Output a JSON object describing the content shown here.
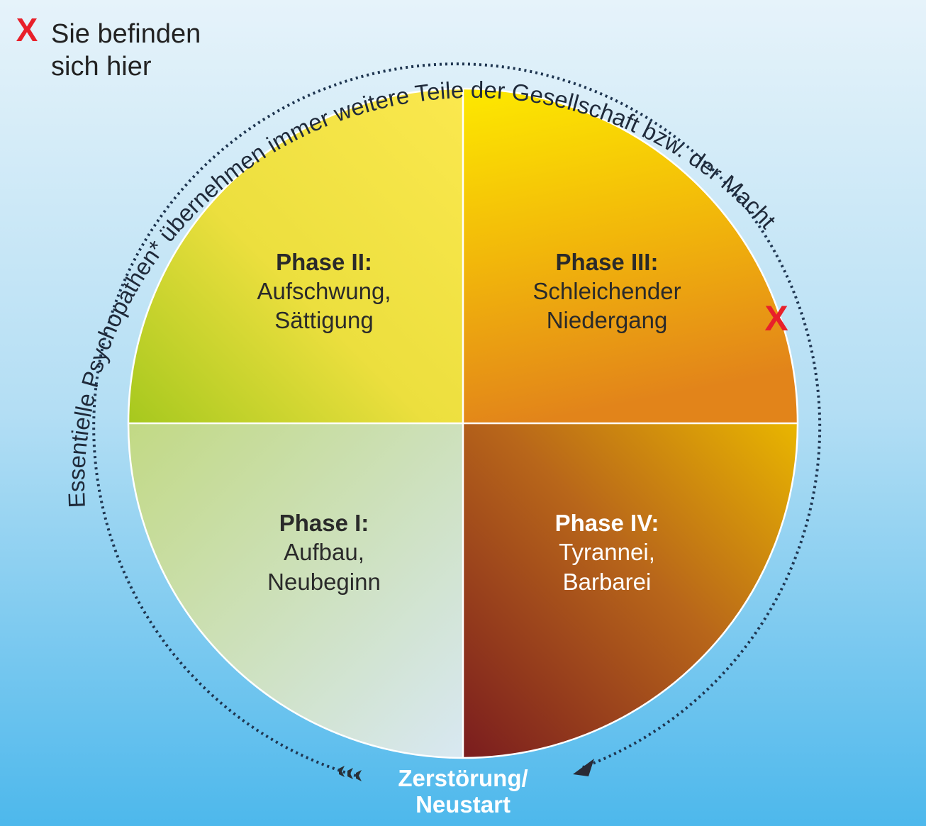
{
  "legend": {
    "marker": "X",
    "text_line1": "Sie befinden",
    "text_line2": "sich hier"
  },
  "arc_text": "Essentielle Psychopathen* übernehmen immer weitere Teile der Gesellschaft bzw. der Macht",
  "phases": [
    {
      "title": "Phase I:",
      "line1": "Aufbau,",
      "line2": "Neubeginn"
    },
    {
      "title": "Phase II:",
      "line1": "Aufschwung,",
      "line2": "Sättigung"
    },
    {
      "title": "Phase III:",
      "line1": "Schleichender",
      "line2": "Niedergang"
    },
    {
      "title": "Phase IV:",
      "line1": "Tyrannei,",
      "line2": "Barbarei"
    }
  ],
  "bottom": {
    "line1": "Zerstörung/",
    "line2": "Neustart"
  },
  "current_marker": "X",
  "colors": {
    "marker": "#e8202a",
    "bg_top": "#e6f3fa",
    "bg_bottom": "#4db8ec"
  }
}
